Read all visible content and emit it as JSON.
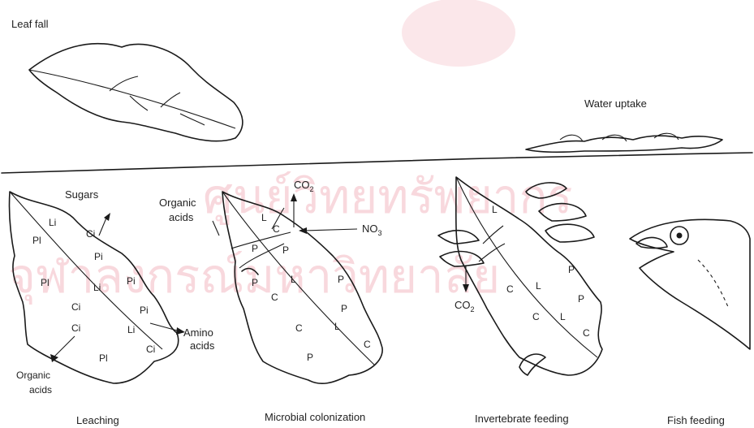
{
  "labels": {
    "leaf_fall": "Leaf fall",
    "water_uptake": "Water uptake",
    "sugars": "Sugars",
    "organic_acids_top": "Organic",
    "organic_acids_top2": "acids",
    "co2_top": "CO",
    "no3": "NO",
    "amino1": "Amino",
    "amino2": "acids",
    "organic_bottom1": "Organic",
    "organic_bottom2": "acids",
    "co2_bottom": "CO",
    "sub2": "2",
    "sub3": "3"
  },
  "stages": {
    "leaching": "Leaching",
    "microbial": "Microbial colonization",
    "invertebrate": "Invertebrate feeding",
    "fish": "Fish feeding"
  },
  "symbols": {
    "C": "C",
    "L": "L",
    "P": "P",
    "Pl": "Pl",
    "Pi": "Pi",
    "Ci": "Ci",
    "Li": "Li"
  },
  "watermark": {
    "line1": "ศูนย์วิทยทรัพยากร",
    "line2": "จุฬาลงกรณ์มหาวิทยาลัย"
  }
}
